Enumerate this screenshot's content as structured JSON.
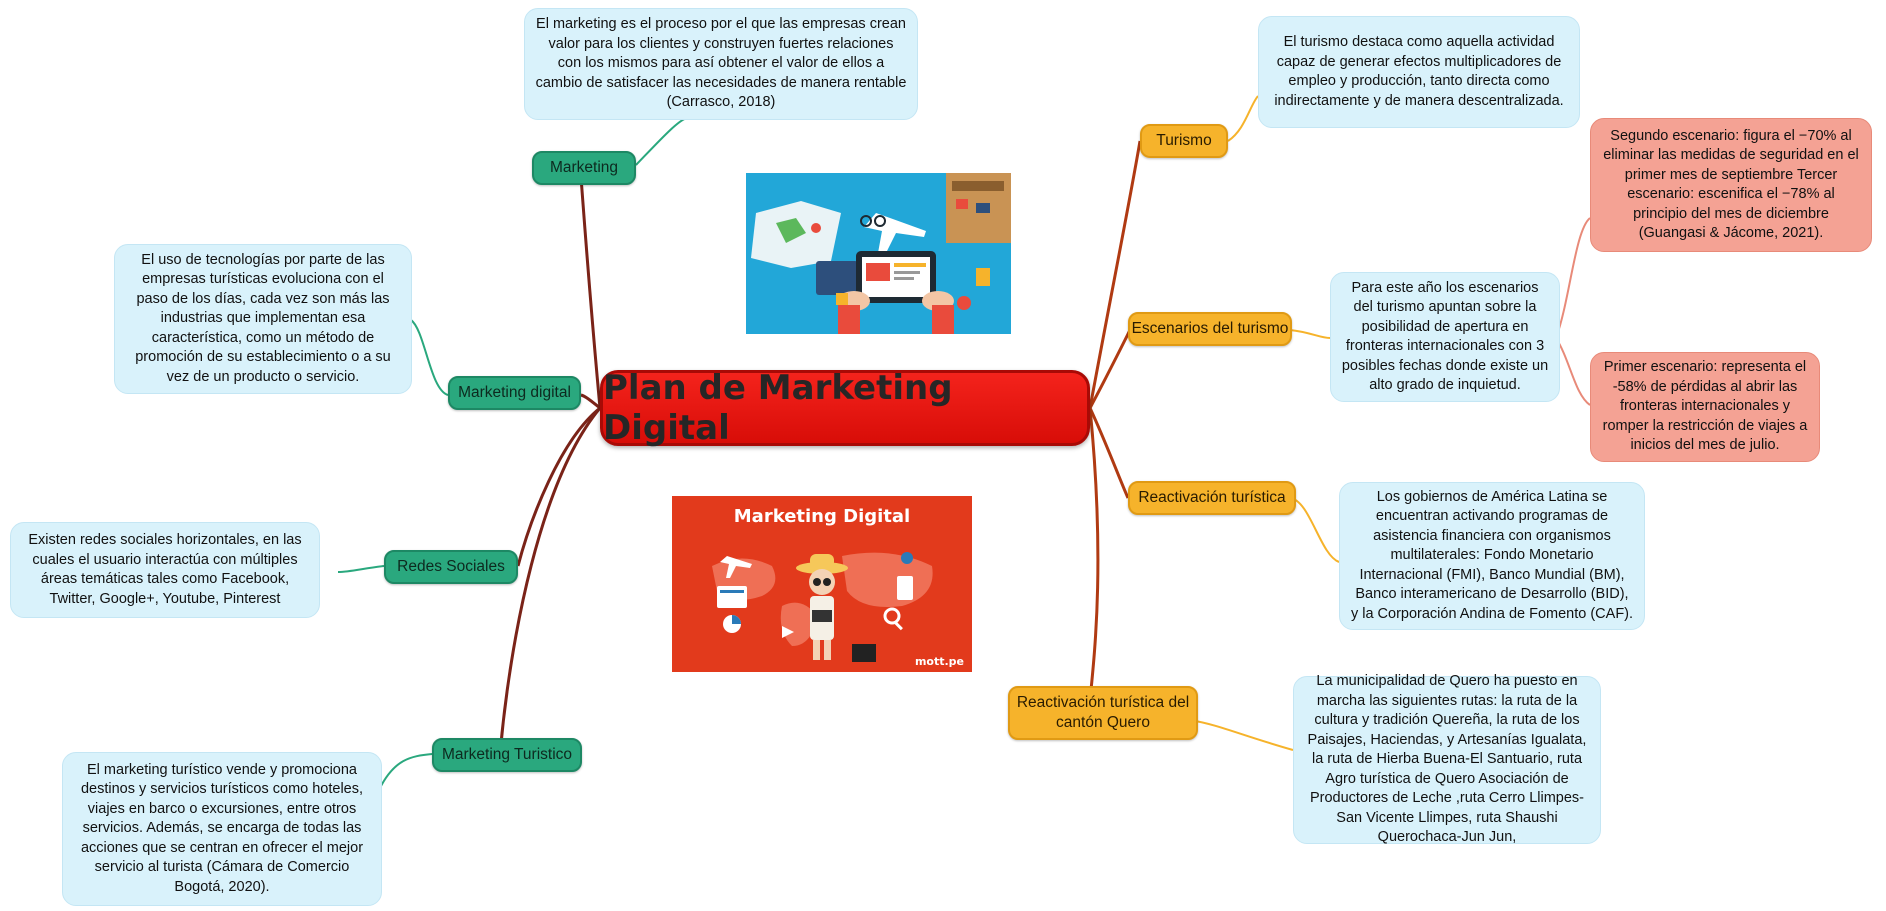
{
  "center": {
    "title": "Plan de Marketing Digital"
  },
  "left": {
    "marketing": {
      "label": "Marketing",
      "note": "El marketing es el proceso por el que las empresas crean valor para los clientes y construyen fuertes relaciones con los mismos para así obtener el valor de ellos a cambio de satisfacer las necesidades de manera rentable (Carrasco, 2018)"
    },
    "marketing_digital": {
      "label": "Marketing digital",
      "note": "El uso de tecnologías por parte de las empresas turísticas evoluciona con el paso de los días, cada vez son más las industrias que implementan esa característica, como un método de promoción de su establecimiento o a su vez de un producto o servicio."
    },
    "redes_sociales": {
      "label": "Redes Sociales",
      "note": "Existen redes sociales horizontales, en las cuales el usuario interactúa con múltiples áreas temáticas tales como Facebook, Twitter, Google+, Youtube, Pinterest"
    },
    "marketing_turistico": {
      "label": "Marketing Turistico",
      "note": "El marketing turístico vende y promociona destinos y servicios turísticos como hoteles, viajes en barco o excursiones, entre otros servicios. Además, se encarga de todas las acciones que se centran en ofrecer el mejor servicio al turista (Cámara de Comercio Bogotá, 2020)."
    }
  },
  "right": {
    "turismo": {
      "label": "Turismo",
      "note": "El turismo destaca como aquella actividad capaz de generar efectos multiplicadores de empleo y producción, tanto directa como indirectamente y de manera descentralizada."
    },
    "escenarios": {
      "label": "Escenarios del turismo",
      "note": "Para este año los escenarios del turismo apuntan sobre la posibilidad de apertura en fronteras internacionales con 3 posibles fechas donde existe un alto grado de inquietud.",
      "sub1": "Segundo escenario: figura el −70% al eliminar las medidas de seguridad en el primer mes de septiembre Tercer escenario: escenifica el −78% al principio del mes de diciembre (Guangasi & Jácome, 2021).",
      "sub2": "Primer escenario: representa el -58% de pérdidas al abrir las fronteras internacionales y romper la restricción de viajes a inicios del mes de julio."
    },
    "reactivacion": {
      "label": "Reactivación turística",
      "note": "Los gobiernos de América Latina se encuentran activando programas de asistencia financiera con organismos multilaterales: Fondo Monetario Internacional (FMI), Banco Mundial (BM), Banco interamericano de Desarrollo (BID), y la Corporación Andina de Fomento (CAF)."
    },
    "quero": {
      "label": "Reactivación turística del cantón Quero",
      "note": "La municipalidad de Quero ha puesto en marcha las siguientes rutas: la ruta de la cultura y tradición Quereña, la ruta de los Paisajes, Haciendas, y Artesanías Igualata, la ruta de Hierba Buena-El Santuario, ruta Agro turística de Quero Asociación de Productores de Leche ,ruta Cerro Llimpes-San Vicente Llimpes, ruta Shaushi Querochaca-Jun Jun,"
    }
  },
  "images": {
    "image2_title": "Marketing Digital",
    "image2_credit": "mott.pe"
  },
  "colors": {
    "center": "#e8140e",
    "left_branch": "#2aa87e",
    "right_branch": "#f6b32b",
    "note_blue": "#d9f2fb",
    "note_red": "#f4a294"
  }
}
